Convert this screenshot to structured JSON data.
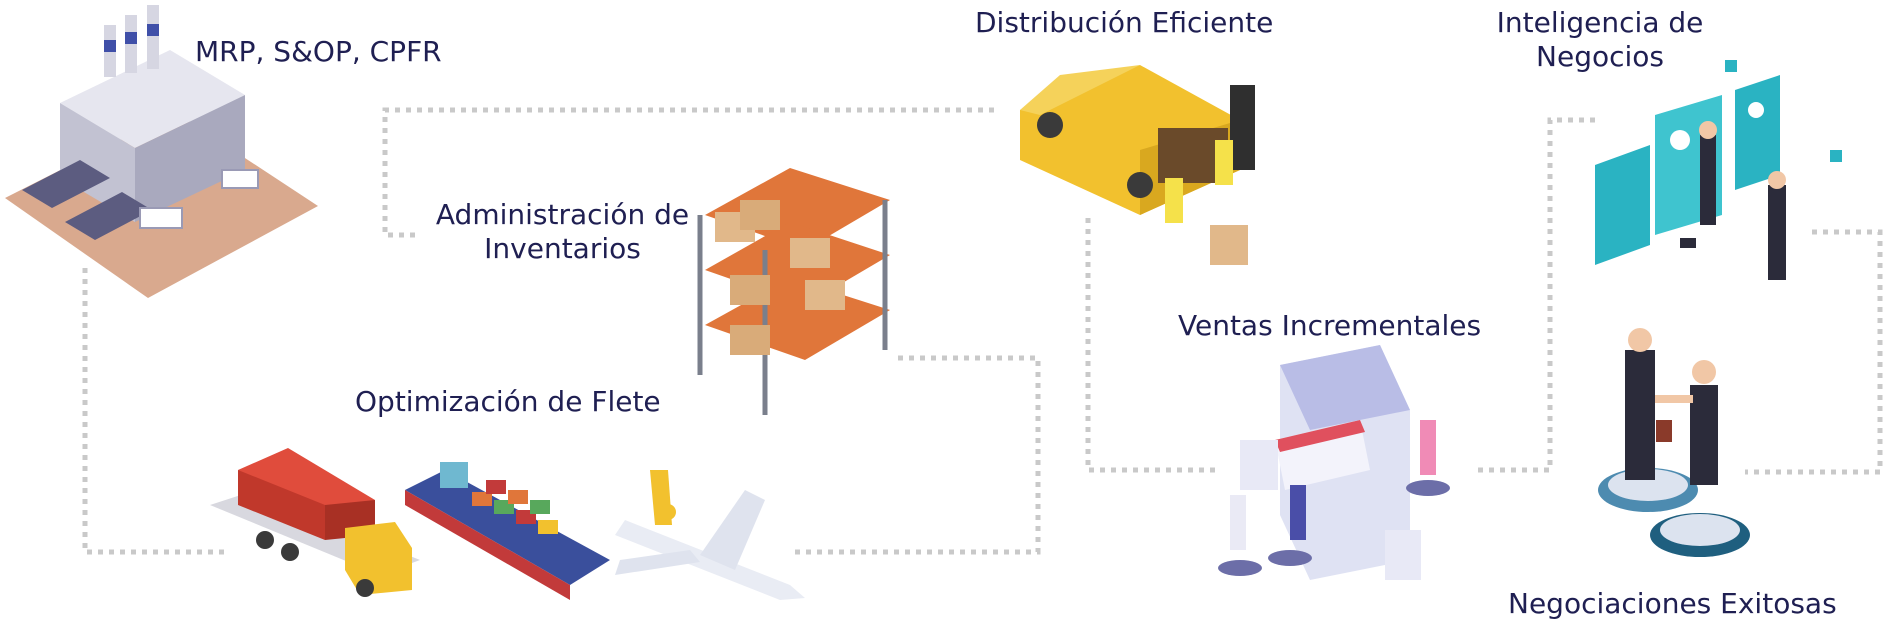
{
  "labels": {
    "planning": "MRP, S&OP, CPFR",
    "inventory_line1": "Administración de",
    "inventory_line2": "Inventarios",
    "freight": "Optimización de Flete",
    "distribution": "Distribución Eficiente",
    "bi_line1": "Inteligencia de",
    "bi_line2": "Negocios",
    "sales": "Ventas Incrementales",
    "negotiation": "Negociaciones Exitosas"
  },
  "icons": [
    "factory-icon",
    "shelf-icon",
    "truck-icon",
    "cargo-ship-icon",
    "airplane-icon",
    "delivery-van-icon",
    "shopping-bag-store-icon",
    "business-dashboard-icon",
    "handshake-icon"
  ],
  "colors": {
    "text": "#1f1f52",
    "connector": "#c9c9c9",
    "accent_orange": "#e0763a",
    "accent_teal": "#2ab3c2",
    "accent_yellow": "#f2c12e"
  }
}
